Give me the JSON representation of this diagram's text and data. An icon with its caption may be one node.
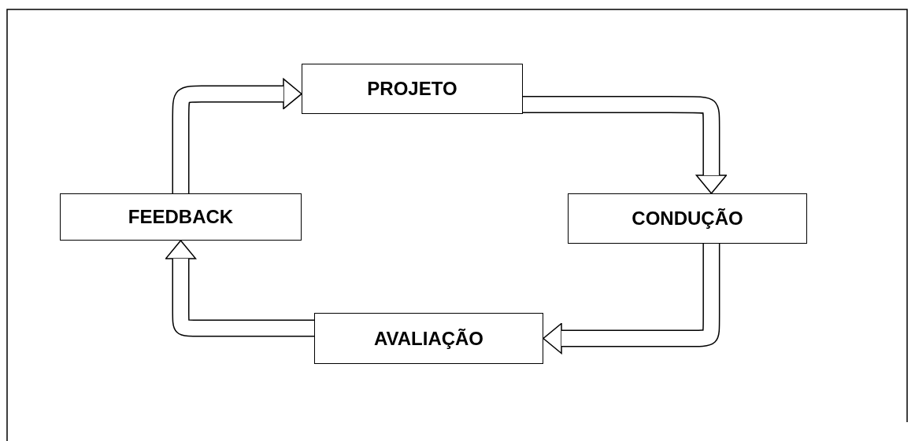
{
  "diagram": {
    "nodes": [
      {
        "text": [
          "PROJETO"
        ]
      },
      {
        "text": [
          "CONDUÇÃO"
        ]
      },
      {
        "text": [
          "AVALIAÇÃO"
        ]
      },
      {
        "text": [
          "FEEDBACK"
        ]
      }
    ],
    "edges": [
      {
        "from": 0,
        "to": 1,
        "arrow": "to"
      },
      {
        "from": 1,
        "to": 2,
        "arrow": "to"
      },
      {
        "from": 2,
        "to": 3,
        "arrow": "to"
      },
      {
        "from": 3,
        "to": 0,
        "arrow": "to"
      }
    ]
  }
}
